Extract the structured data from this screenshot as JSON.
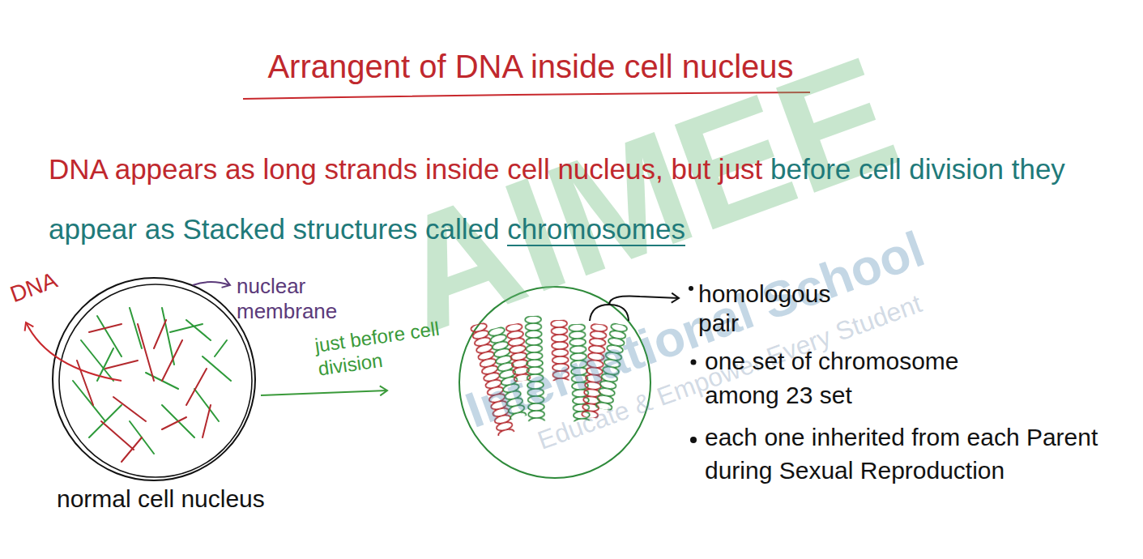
{
  "diagram": {
    "title": "Arrangent of DNA inside cell nucleus",
    "labels": [
      "AIMEE",
      "International School",
      "Educate & Empower Every Student",
      "DNA appears as long strands inside cell nucleus, but just",
      "before cell division they appear as Stacked structures called",
      "chromosomes",
      "DNA",
      "nuclear membrane",
      "just before cell division",
      "homologous pair",
      "one set of chromosome among 23 set",
      "each one inherited from each Parent during Sexual Reproduction",
      "normal cell nucleus"
    ]
  }
}
